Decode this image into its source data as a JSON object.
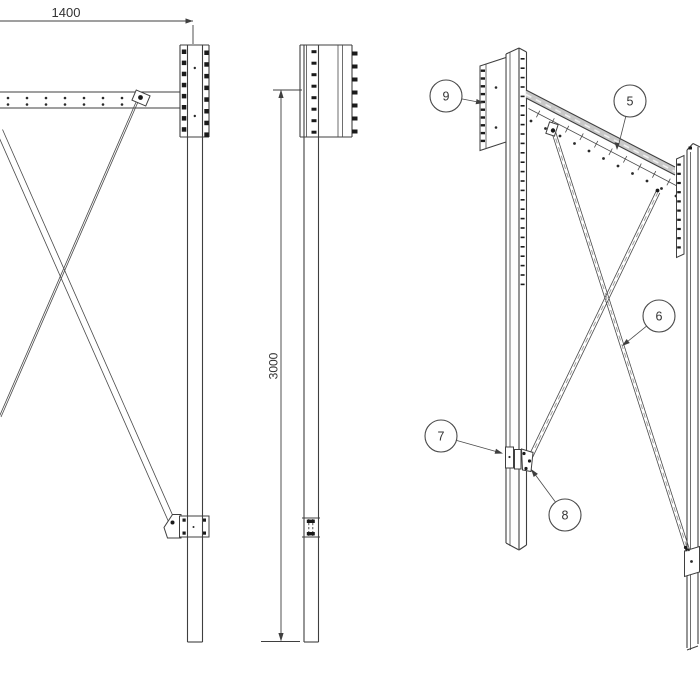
{
  "drawing": {
    "dimensions": {
      "width": "1400",
      "height": "3000"
    },
    "balloons": [
      {
        "id": "balloon-5",
        "label": "5"
      },
      {
        "id": "balloon-6",
        "label": "6"
      },
      {
        "id": "balloon-7",
        "label": "7"
      },
      {
        "id": "balloon-8",
        "label": "8"
      },
      {
        "id": "balloon-9",
        "label": "9"
      }
    ],
    "colors": {
      "line": "#3f3f3f",
      "bolt": "#1a1a1a",
      "beam_fill": "#c9c9c9",
      "balloon_fill": "#ffffff",
      "background": "#ffffff"
    }
  }
}
